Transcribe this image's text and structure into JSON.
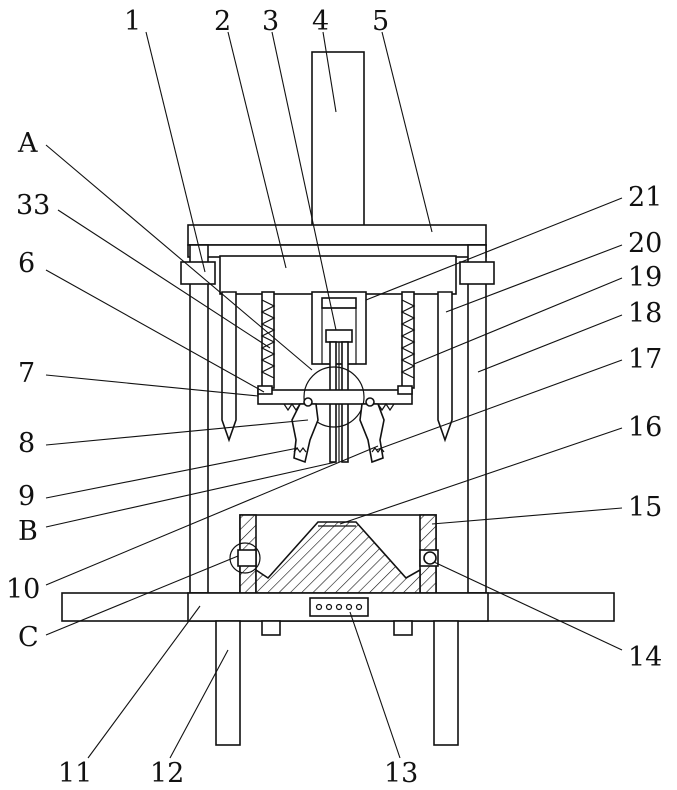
{
  "labels": {
    "l1": "1",
    "l2": "2",
    "l3": "3",
    "l4": "4",
    "l5": "5",
    "lA": "A",
    "l33": "33",
    "l6": "6",
    "l7": "7",
    "l8": "8",
    "l9": "9",
    "lB": "B",
    "l10": "10",
    "lC": "C",
    "l11": "11",
    "l12": "12",
    "l13": "13",
    "l21": "21",
    "l20": "20",
    "l19": "19",
    "l18": "18",
    "l17": "17",
    "l16": "16",
    "l15": "15",
    "l14": "14"
  }
}
